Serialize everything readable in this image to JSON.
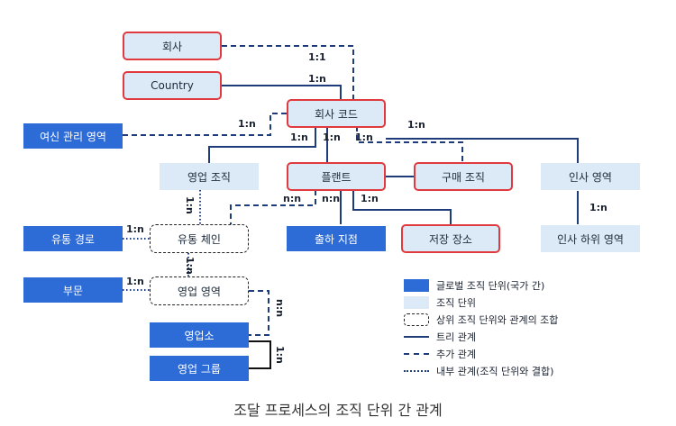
{
  "nodes": {
    "company": "회사",
    "country": "Country",
    "company_code": "회사 코드",
    "credit_area": "여신 관리 영역",
    "sales_org": "영업 조직",
    "plant": "플랜트",
    "purchasing_org": "구매 조직",
    "hr_area": "인사 영역",
    "distribution_path": "유통 경로",
    "distribution_chain": "유통 체인",
    "shipping_point": "출하 지점",
    "storage_location": "저장 장소",
    "hr_subarea": "인사 하위 영역",
    "division": "부문",
    "sales_area": "영업 영역",
    "sales_office": "영업소",
    "sales_group": "영업 그룹"
  },
  "relations": {
    "company_to_code": "1:1",
    "country_to_code": "1:n",
    "credit_to_code": "1:n",
    "code_to_sales_org": "1:n",
    "code_to_plant": "1:n",
    "code_to_purchasing": "1:n",
    "code_to_hr": "1:n",
    "sales_org_to_chain": "1:n",
    "path_to_chain": "1:n",
    "plant_to_chain": "n:n",
    "plant_to_shipping": "n:n",
    "plant_to_storage": "1:n",
    "hr_to_subarea": "1:n",
    "chain_to_sales_area": "1:n",
    "division_to_sales_area": "1:n",
    "sales_area_to_office": "n:n",
    "office_to_group": "1:n"
  },
  "legend": {
    "global_unit": "글로벌 조직 단위(국가 간)",
    "org_unit": "조직 단위",
    "combination": "상위 조직 단위와 관계의 조합",
    "tree_relation": "트리 관계",
    "additional_relation": "추가 관계",
    "internal_relation": "내부 관계(조직 단위와 결합)"
  },
  "caption": "조달 프로세스의 조직 단위 간 관계",
  "colors": {
    "global_unit_fill": "#2d6bd6",
    "org_unit_fill": "#dceaf7",
    "highlight_border": "#e0393e",
    "relation_line": "#1f3c7a"
  }
}
